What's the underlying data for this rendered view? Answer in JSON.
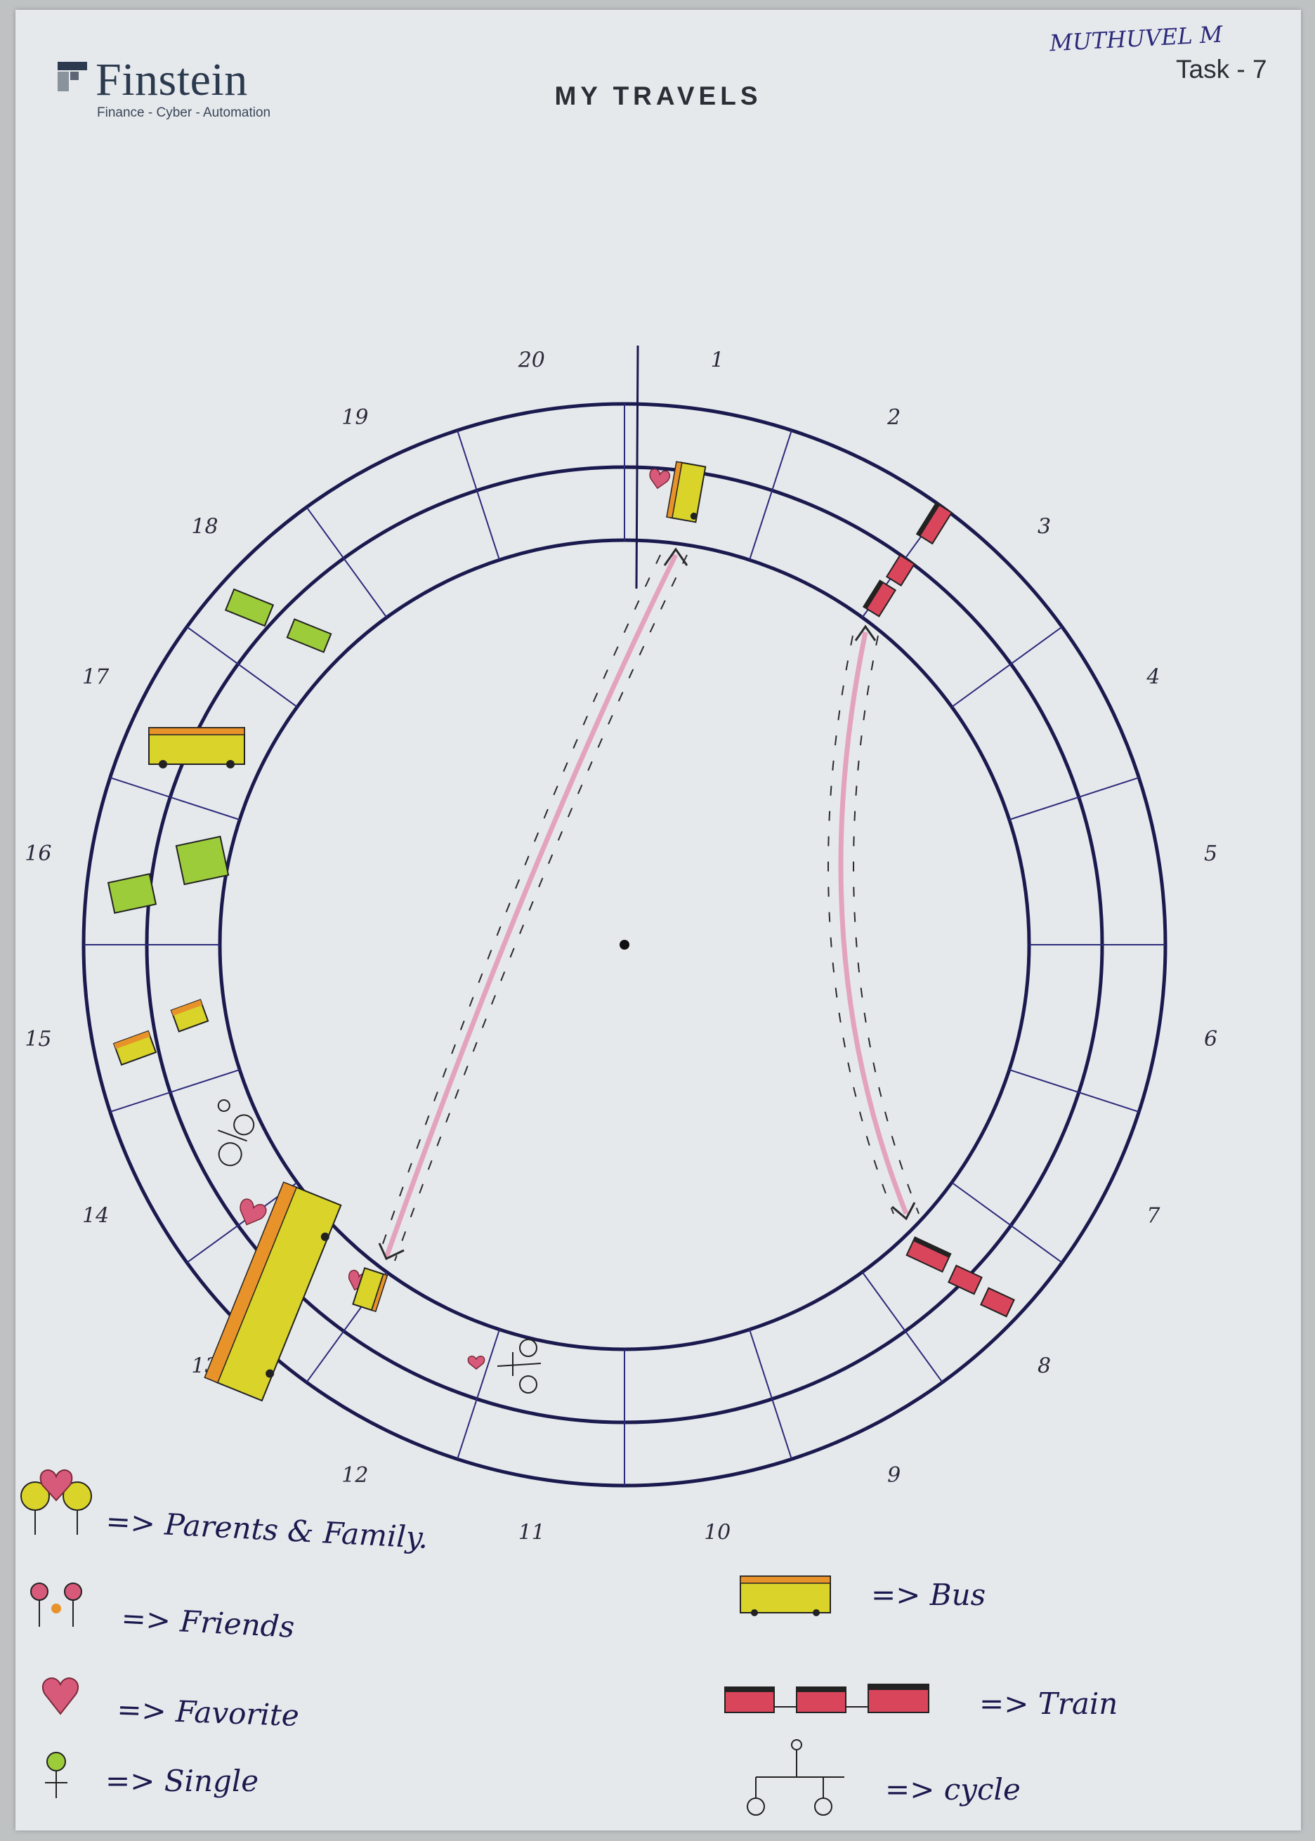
{
  "header": {
    "brand": "Finstein",
    "tagline": "Finance - Cyber - Automation",
    "title": "MY TRAVELS",
    "author": "MUTHUVEL M",
    "task": "Task - 7"
  },
  "wheel": {
    "segments": [
      "1",
      "2",
      "3",
      "4",
      "5",
      "6",
      "7",
      "8",
      "9",
      "10",
      "11",
      "12",
      "13",
      "14",
      "15",
      "16",
      "17",
      "18",
      "19",
      "20"
    ]
  },
  "legend": {
    "people": [
      {
        "icon": "parents-family-icon",
        "label": "=> Parents & Family."
      },
      {
        "icon": "friends-icon",
        "label": "=> Friends"
      },
      {
        "icon": "heart-icon",
        "label": "=> Favorite"
      },
      {
        "icon": "single-person-icon",
        "label": "=> Single"
      }
    ],
    "transport": [
      {
        "icon": "bus-icon",
        "label": "=> Bus"
      },
      {
        "icon": "train-icon",
        "label": "=> Train"
      },
      {
        "icon": "cycle-icon",
        "label": "=> cycle"
      }
    ]
  },
  "colors": {
    "ink": "#1b1a4e",
    "bus_yellow": "#d9d32a",
    "bus_orange": "#e8922a",
    "train_red": "#d9455b",
    "car_green": "#9ccc3a",
    "heart_pink": "#d85a7a",
    "arrow_pink": "#e3a3bd"
  }
}
